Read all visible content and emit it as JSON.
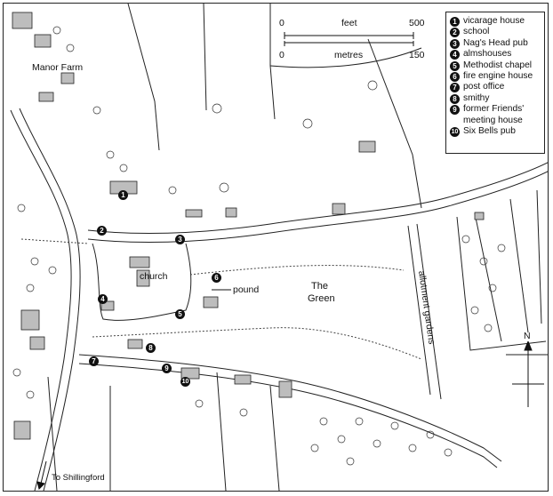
{
  "place_labels": {
    "manor_farm": "Manor Farm",
    "church": "church",
    "pound": "pound",
    "the": "The",
    "green": "Green",
    "allotment_gardens": "allotment gardens",
    "to_shillingford": "To Shillingford"
  },
  "legend": {
    "items": [
      {
        "n": "1",
        "label": "vicarage house"
      },
      {
        "n": "2",
        "label": "school"
      },
      {
        "n": "3",
        "label": "Nag's Head pub"
      },
      {
        "n": "4",
        "label": "almshouses"
      },
      {
        "n": "5",
        "label": "Methodist chapel"
      },
      {
        "n": "6",
        "label": "fire engine house"
      },
      {
        "n": "7",
        "label": "post office"
      },
      {
        "n": "8",
        "label": "smithy"
      },
      {
        "n": "9",
        "label": "former Friends'"
      },
      {
        "n": "",
        "label": "meeting house"
      },
      {
        "n": "10",
        "label": "Six Bells pub"
      }
    ]
  },
  "scale": {
    "feet_label": "feet",
    "metres_label": "metres",
    "feet_min": "0",
    "feet_max": "500",
    "metres_min": "0",
    "metres_max": "150"
  },
  "north_label": "N",
  "markers": [
    "1",
    "2",
    "3",
    "4",
    "5",
    "6",
    "7",
    "8",
    "9",
    "10"
  ],
  "colors": {
    "ink": "#111111",
    "building": "#bdbdbd",
    "paper": "#ffffff"
  }
}
